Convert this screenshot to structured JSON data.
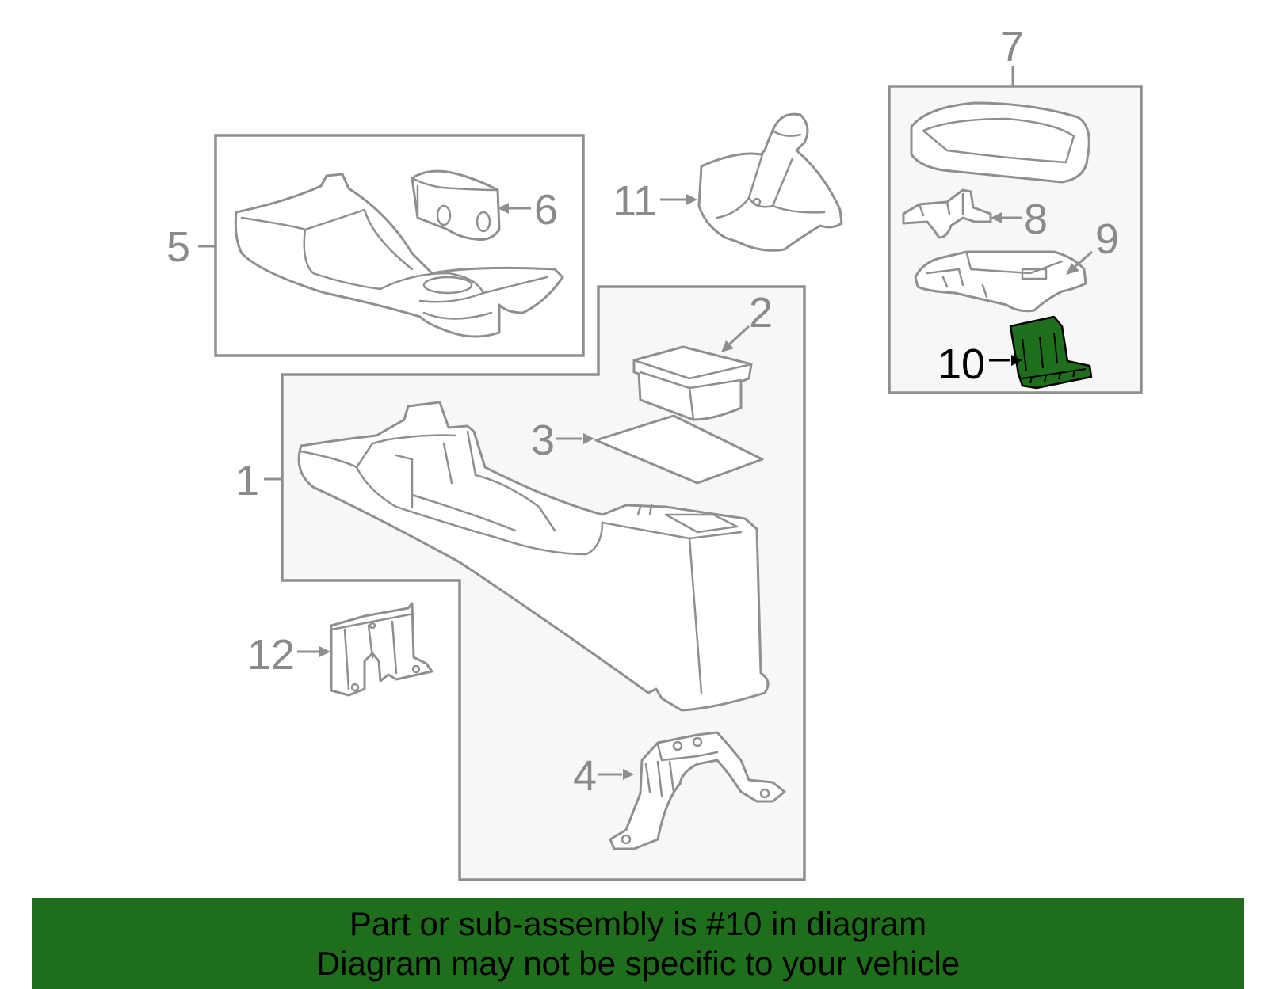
{
  "banner": {
    "line1": "Part or sub-assembly is #10 in diagram",
    "line2": "Diagram may not be specific to your vehicle"
  },
  "callouts": {
    "c1": "1",
    "c2": "2",
    "c3": "3",
    "c4": "4",
    "c5": "5",
    "c6": "6",
    "c7": "7",
    "c8": "8",
    "c9": "9",
    "c10": "10",
    "c11": "11",
    "c12": "12"
  },
  "highlighted_part": "10",
  "colors": {
    "highlight": "#1f6e1c",
    "banner_background": "#1f6e1c",
    "line": "#8f8f8f",
    "box_fill": "#f7f7f7"
  }
}
